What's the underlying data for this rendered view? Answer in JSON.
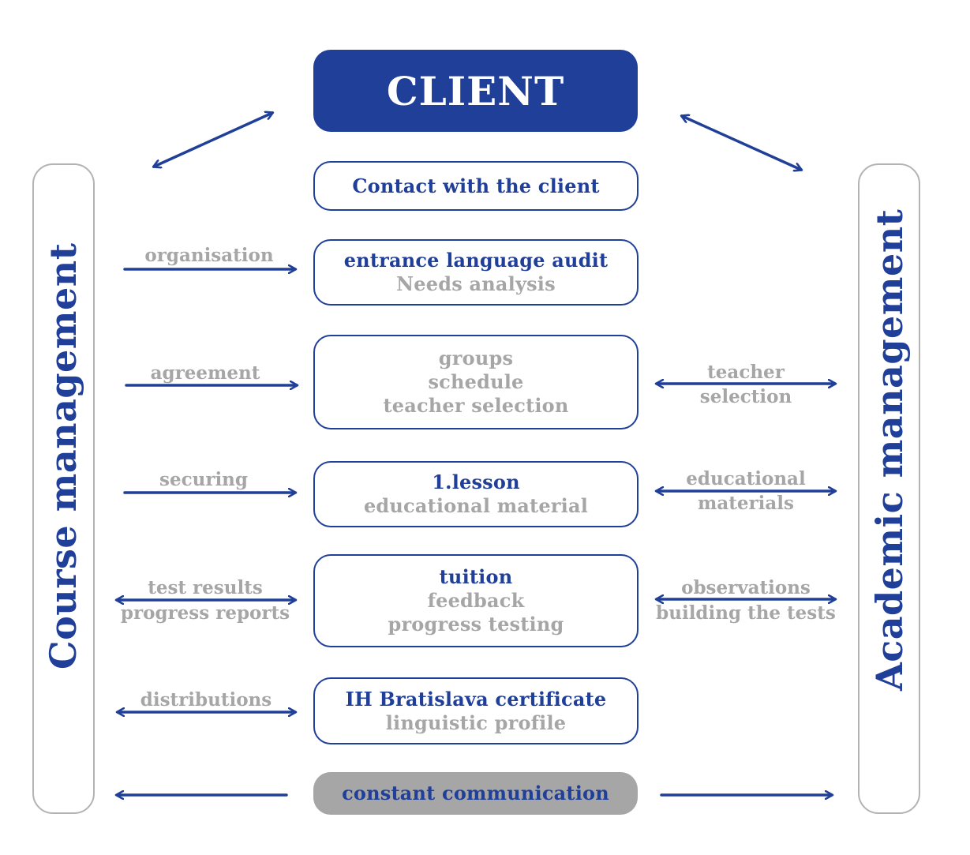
{
  "client": "CLIENT",
  "left_panel": "Course management",
  "right_panel": "Academic management",
  "boxes": {
    "contact": [
      "Contact with the client"
    ],
    "audit": [
      "entrance language audit",
      "Needs analysis"
    ],
    "groups": [
      "groups",
      "schedule",
      "teacher selection"
    ],
    "lesson": [
      "1.lesson",
      "educational material"
    ],
    "tuition": [
      "tuition",
      "feedback",
      "progress testing"
    ],
    "certificate": [
      "IH Bratislava certificate",
      "linguistic profile"
    ],
    "constant": "constant communication"
  },
  "left_labels": {
    "organisation": "organisation",
    "agreement": "agreement",
    "securing": "securing",
    "test_results": "test results",
    "progress_reports": "progress reports",
    "distributions": "distributions"
  },
  "right_labels": {
    "teacher": "teacher",
    "selection": "selection",
    "educational": "educational",
    "materials": "materials",
    "observations": "observations",
    "building_tests": "building the tests"
  },
  "colors": {
    "accent": "#203f99",
    "muted": "#a6a6a6",
    "side_border": "#b3b3b3"
  }
}
